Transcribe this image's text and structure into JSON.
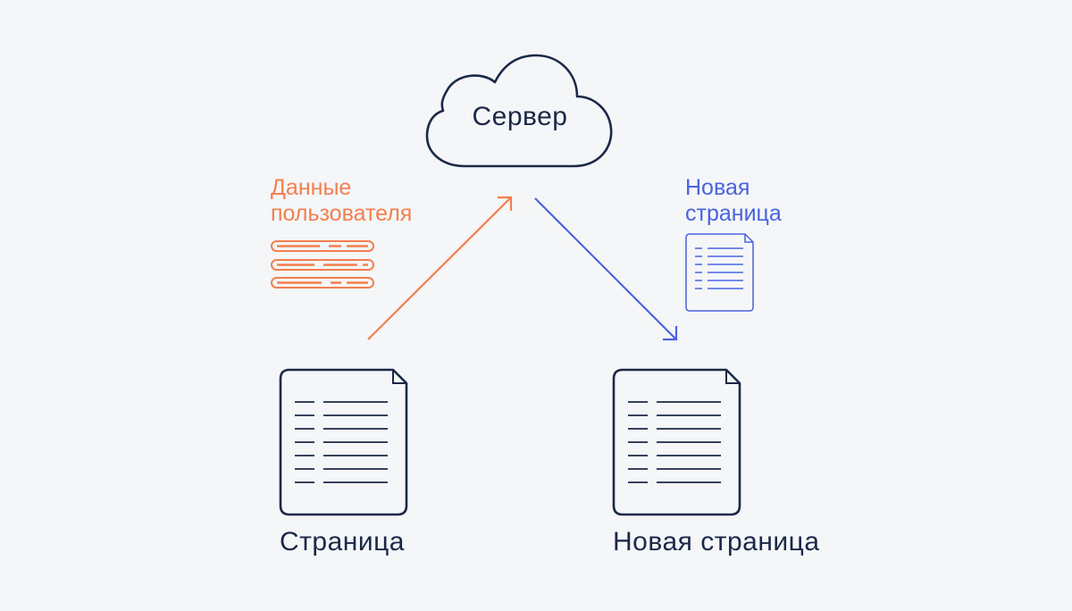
{
  "server": {
    "label": "Сервер"
  },
  "user_data": {
    "label_line1": "Данные",
    "label_line2": "пользователя"
  },
  "new_page_small": {
    "label_line1": "Новая",
    "label_line2": "страница"
  },
  "page": {
    "label": "Страница"
  },
  "new_page": {
    "label": "Новая страница"
  },
  "colors": {
    "background": "#f4f6f8",
    "navy": "#1b2847",
    "orange": "#f47f4e",
    "blue": "#4a63df"
  },
  "icons": [
    "cloud-icon",
    "arrow-up-right-icon",
    "arrow-down-right-icon",
    "data-records-icon",
    "document-icon"
  ]
}
